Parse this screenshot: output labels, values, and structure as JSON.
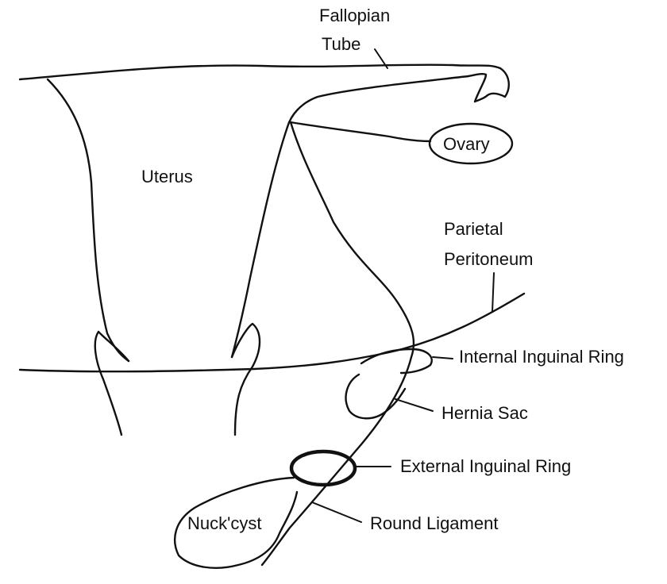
{
  "labels": {
    "fallopian_tube_line1": "Fallopian",
    "fallopian_tube_line2": "Tube",
    "ovary": "Ovary",
    "uterus": "Uterus",
    "parietal_peritoneum_line1": "Parietal",
    "parietal_peritoneum_line2": "Peritoneum",
    "internal_inguinal_ring": "Internal Inguinal Ring",
    "hernia_sac": "Hernia Sac",
    "external_inguinal_ring": "External Inguinal Ring",
    "nuck_cyst": "Nuck'cyst",
    "round_ligament": "Round Ligament"
  },
  "colors": {
    "ink": "#111111",
    "background": "#ffffff"
  }
}
